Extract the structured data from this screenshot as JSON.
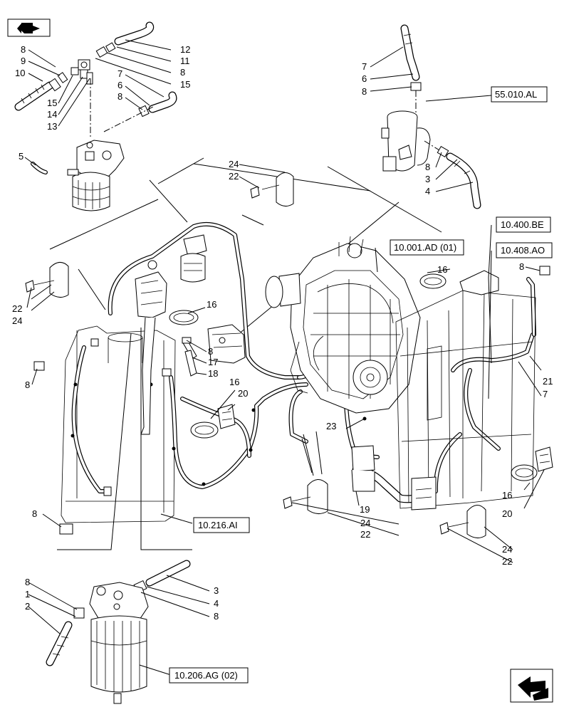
{
  "icons": {
    "top_left": "next-page-arrow-icon",
    "bottom_right": "previous-page-arrow-icon"
  },
  "references": {
    "r_55010": "55.010.AL",
    "r_10001": "10.001.AD (01)",
    "r_10400": "10.400.BE",
    "r_10408": "10.408.AO",
    "r_10216": "10.216.AI",
    "r_10206": "10.206.AG (02)"
  },
  "callouts": {
    "c1": "1",
    "c2": "2",
    "c3": "3",
    "c4": "4",
    "c5": "5",
    "c6": "6",
    "c7": "7",
    "c8": "8",
    "c9": "9",
    "c10": "10",
    "c11": "11",
    "c12": "12",
    "c13": "13",
    "c14": "14",
    "c15": "15",
    "c16": "16",
    "c17": "17",
    "c18": "18",
    "c19": "19",
    "c20": "20",
    "c21": "21",
    "c22": "22",
    "c23": "23",
    "c24": "24"
  }
}
